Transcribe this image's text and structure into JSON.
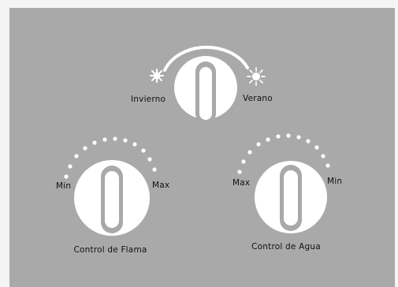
{
  "top_control": {
    "left_label": "Invierno",
    "right_label": "Verano",
    "left_icon": "snowflake-icon",
    "right_icon": "sun-icon"
  },
  "flame_control": {
    "title": "Control de Flama",
    "left_label": "Min",
    "right_label": "Max"
  },
  "water_control": {
    "title": "Control de Agua",
    "left_label": "Max",
    "right_label": "Min"
  },
  "colors": {
    "panel_background": "#a9a9a9",
    "knob_face": "#ffffff",
    "knob_indicator": "#a9a9a9"
  }
}
